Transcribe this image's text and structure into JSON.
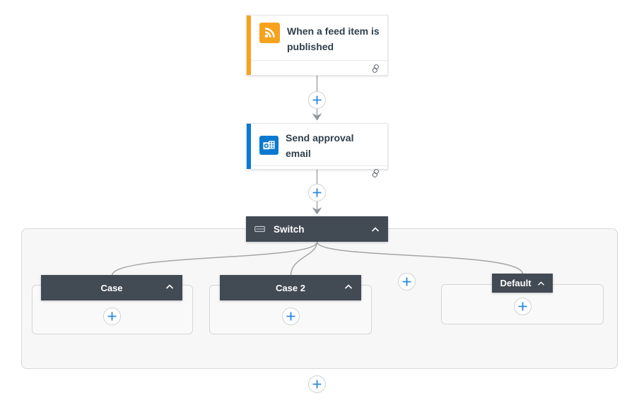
{
  "flow": {
    "trigger": {
      "title": "When a feed item is published",
      "icon": "rss-icon",
      "accent_color": "#f6a21d"
    },
    "action": {
      "title": "Send approval email",
      "icon": "outlook-icon",
      "accent_color": "#0b79d0"
    },
    "switch": {
      "label": "Switch",
      "icon": "switch-icon",
      "cases": [
        {
          "label": "Case"
        },
        {
          "label": "Case 2"
        },
        {
          "label": "Default"
        }
      ]
    }
  },
  "colors": {
    "canvas_bg": "#ffffff",
    "scope_bg": "#f7f7f7",
    "scope_border": "#d9d9d9",
    "header_bg": "#424a54",
    "card_title": "#30404d",
    "trigger_accent": "#f6a21d",
    "action_accent": "#0b79d0",
    "plus_blue": "#2e8ade",
    "connector_gray": "#a6a6a6"
  }
}
